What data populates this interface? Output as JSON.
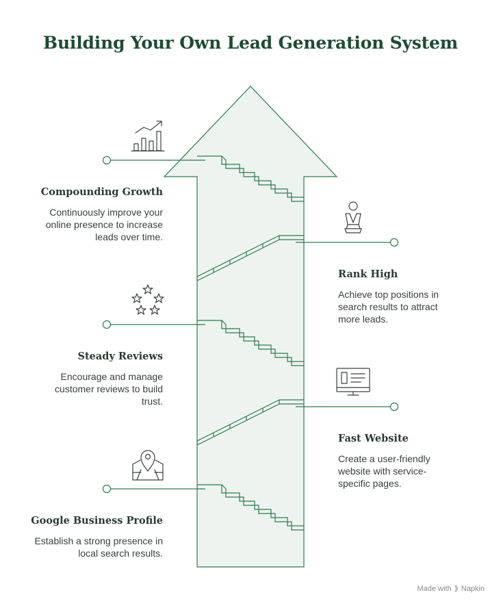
{
  "title": "Building Your Own Lead Generation System",
  "colors": {
    "accent": "#2f7a4f",
    "title": "#1f4b33",
    "arrow_fill": "#edf3ef"
  },
  "steps": [
    {
      "label": "Compounding Growth",
      "description": "Continuously improve your online presence to increase leads over time.",
      "icon": "growth-chart-icon",
      "side": "left"
    },
    {
      "label": "Rank High",
      "description": "Achieve top positions in search results to attract more leads.",
      "icon": "trophy-person-icon",
      "side": "right"
    },
    {
      "label": "Steady Reviews",
      "description": "Encourage and manage customer reviews to build trust.",
      "icon": "stars-icon",
      "side": "left"
    },
    {
      "label": "Fast Website",
      "description": "Create a user-friendly website with service-specific pages.",
      "icon": "monitor-icon",
      "side": "right"
    },
    {
      "label": "Google Business Profile",
      "description": "Establish a strong presence in local search results.",
      "icon": "map-pin-icon",
      "side": "left"
    }
  ],
  "footer": {
    "made_with": "Made with",
    "brand": "Napkin"
  }
}
